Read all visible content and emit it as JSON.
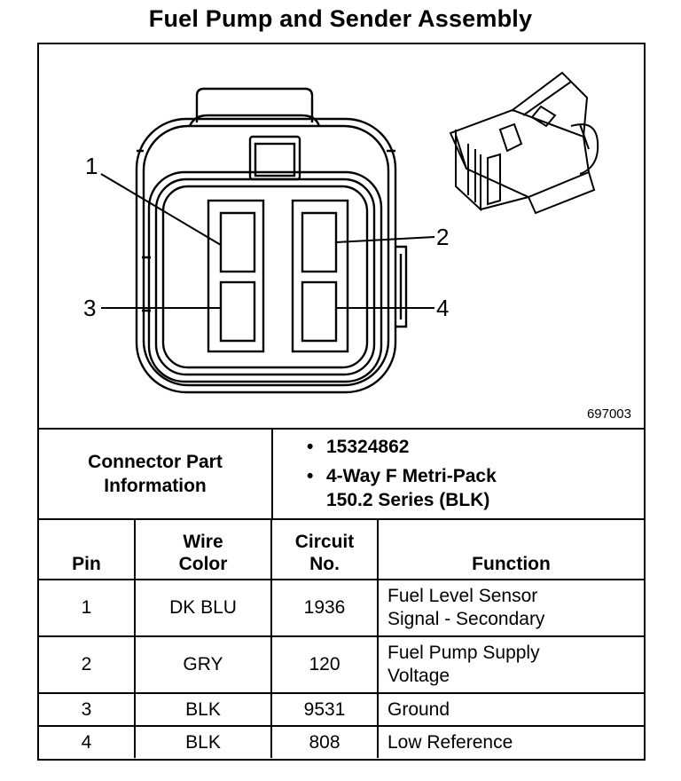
{
  "title": "Fuel Pump and Sender Assembly",
  "figure": {
    "number": "697003",
    "pin_labels": [
      "1",
      "2",
      "3",
      "4"
    ]
  },
  "connector_info": {
    "label_line1": "Connector Part",
    "label_line2": "Information",
    "bullets": [
      "15324862",
      "4-Way F Metri-Pack",
      "150.2 Series (BLK)"
    ]
  },
  "table": {
    "headers": {
      "pin": "Pin",
      "wire_color_line1": "Wire",
      "wire_color_line2": "Color",
      "circuit_line1": "Circuit",
      "circuit_line2": "No.",
      "function": "Function"
    },
    "rows": [
      {
        "pin": "1",
        "wire_color": "DK BLU",
        "circuit": "1936",
        "function_line1": "Fuel Level Sensor",
        "function_line2": "Signal - Secondary"
      },
      {
        "pin": "2",
        "wire_color": "GRY",
        "circuit": "120",
        "function_line1": "Fuel Pump Supply",
        "function_line2": "Voltage"
      },
      {
        "pin": "3",
        "wire_color": "BLK",
        "circuit": "9531",
        "function_line1": "Ground",
        "function_line2": ""
      },
      {
        "pin": "4",
        "wire_color": "BLK",
        "circuit": "808",
        "function_line1": "Low Reference",
        "function_line2": ""
      }
    ]
  }
}
